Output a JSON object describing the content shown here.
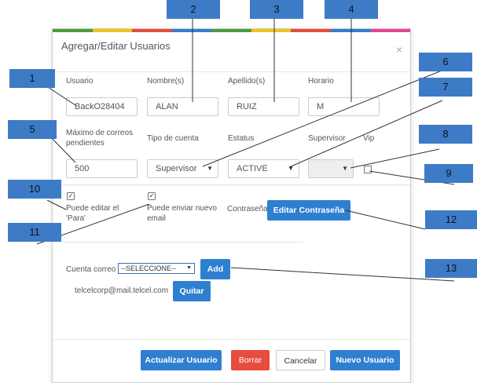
{
  "dialog": {
    "title": "Agregar/Editar Usuarios",
    "close_glyph": "×",
    "top_colors": [
      "#4a9d3a",
      "#f0c419",
      "#e74c3c",
      "#2f7fd0",
      "#4a9d3a",
      "#f0c419",
      "#e74c3c",
      "#2f7fd0",
      "#e84393"
    ]
  },
  "fields": {
    "usuario": {
      "label": "Usuario",
      "value": "BackO28404"
    },
    "nombre": {
      "label": "Nombre(s)",
      "value": "ALAN"
    },
    "apellido": {
      "label": "Apellido(s)",
      "value": "RUIZ"
    },
    "horario": {
      "label": "Horario",
      "value": "M"
    },
    "max_correos": {
      "label_line1": "Máximo de correos",
      "label_line2": "pendientes",
      "value": "500"
    },
    "tipo_cuenta": {
      "label": "Tipo de cuenta",
      "value": "Supervisor"
    },
    "estatus": {
      "label": "Estatus",
      "value": "ACTIVE"
    },
    "supervisor": {
      "label": "Supervisor",
      "value": ""
    },
    "vip": {
      "label": "Vip"
    }
  },
  "checks": {
    "editar_para": {
      "line1": "Puede editar el",
      "line2": "'Para'",
      "checked": true
    },
    "enviar_email": {
      "line1": "Puede enviar nuevo",
      "line2": "email",
      "checked": true
    }
  },
  "password": {
    "label": "Contraseña",
    "button": "Editar Contraseña"
  },
  "mail": {
    "label": "Cuenta correo",
    "select_value": "--SELECCIONE--",
    "add_button": "Add",
    "entry": "telcelcorp@mail.telcel.com",
    "remove_button": "Quitar"
  },
  "footer": {
    "update": "Actualizar Usuario",
    "delete": "Borrar",
    "cancel": "Cancelar",
    "new": "Nuevo Usuario"
  },
  "callouts": [
    "1",
    "2",
    "3",
    "4",
    "5",
    "6",
    "7",
    "8",
    "9",
    "10",
    "11",
    "12",
    "13"
  ],
  "colors": {
    "accent": "#2f7fd0",
    "danger": "#e74c3c",
    "callout": "#3d7bc7"
  },
  "icons": {
    "dropdown": "chevron-down-icon",
    "close": "close-icon",
    "check": "check-icon"
  }
}
